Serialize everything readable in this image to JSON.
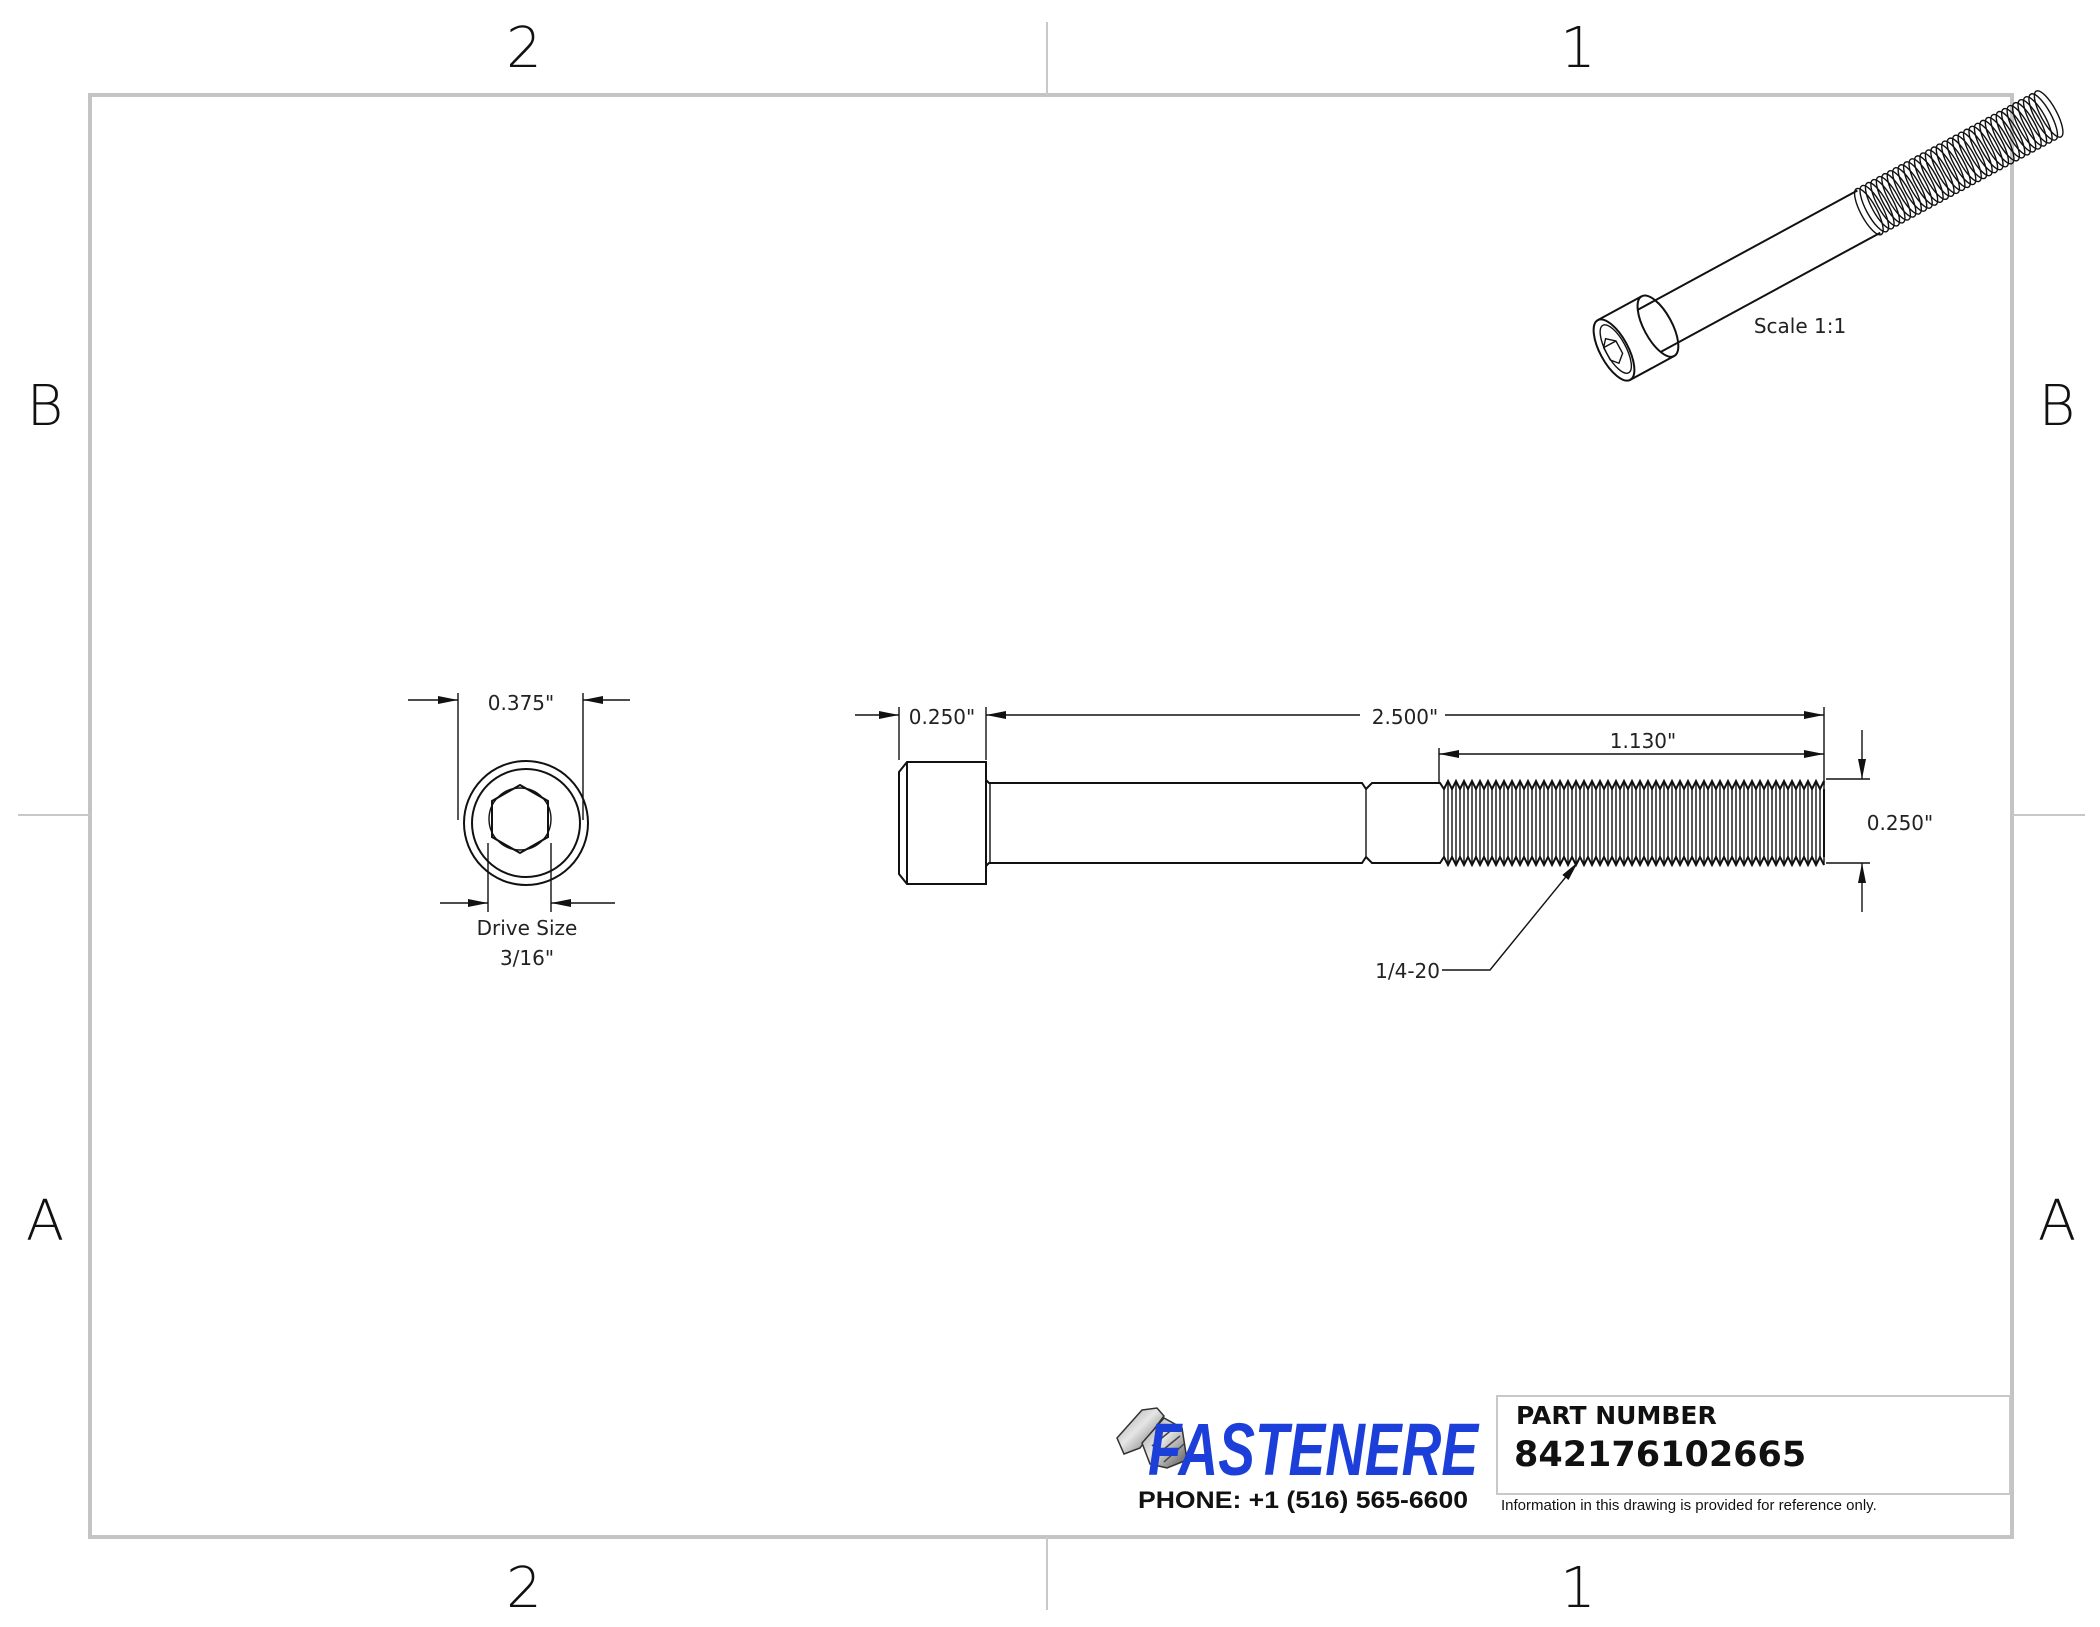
{
  "sheet": {
    "zones": {
      "top": [
        "2",
        "1"
      ],
      "bottom": [
        "2",
        "1"
      ],
      "left": [
        "B",
        "A"
      ],
      "right": [
        "B",
        "A"
      ]
    }
  },
  "views": {
    "end_view": {
      "head_diameter": "0.375\"",
      "drive_label": "Drive Size",
      "drive_value": "3/16\""
    },
    "side_view": {
      "head_height": "0.250\"",
      "length": "2.500\"",
      "thread_length": "1.130\"",
      "diameter": "0.250\"",
      "thread_callout": "1/4-20"
    },
    "isometric": {
      "scale_label": "Scale 1:1"
    }
  },
  "title_block": {
    "logo": {
      "brand": "FASTENERE",
      "phone": "PHONE: +1 (516) 565-6600",
      "brand_color": "#1b3fd8"
    },
    "part_number_label": "PART NUMBER",
    "part_number": "842176102665",
    "disclaimer": "Information in this drawing is provided for reference only."
  }
}
